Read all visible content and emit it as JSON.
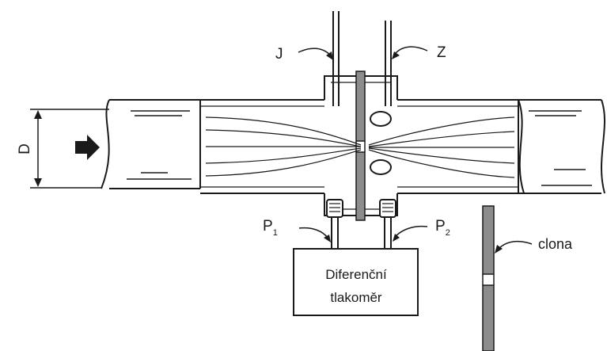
{
  "labels": {
    "diameter": "D",
    "tap_j": "J",
    "tap_z": "Z",
    "pressure_1": "P",
    "pressure_1_sub": "1",
    "pressure_2": "P",
    "pressure_2_sub": "2",
    "orifice": "clona",
    "gauge_line1": "Diferenční",
    "gauge_line2": "tlakoměr"
  },
  "icons": {
    "flow_direction": "arrow-right-icon"
  },
  "colors": {
    "line": "#1a1a1a",
    "plate": "#8c8c8c",
    "background": "#ffffff"
  }
}
